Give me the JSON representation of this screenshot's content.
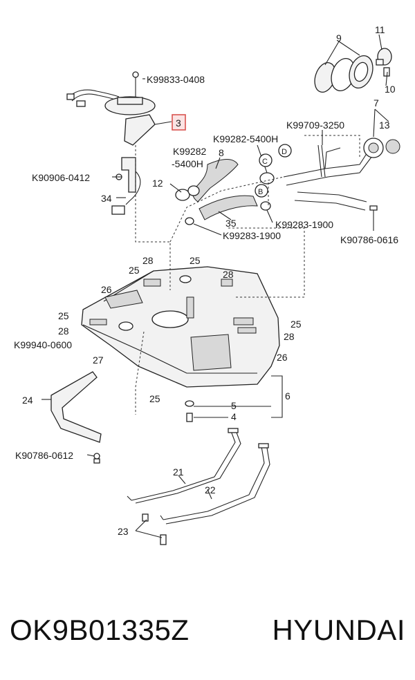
{
  "diagram": {
    "highlight_color": "#d9534f",
    "highlight_fill": "#fbe3e3",
    "callouts": [
      "K99833-0408",
      "3",
      "K90906-0412",
      "34",
      "K99282",
      "-5400H",
      "12",
      "8",
      "K99282-5400H",
      "K99709-3250",
      "9",
      "11",
      "10",
      "7",
      "13",
      "C",
      "D",
      "B",
      "35",
      "K99283-1900",
      "K99283-1900",
      "K90786-0616",
      "25",
      "28",
      "25",
      "28",
      "26",
      "25",
      "28",
      "25",
      "28",
      "K99940-0600",
      "27",
      "26",
      "25",
      "6",
      "5",
      "4",
      "24",
      "K90786-0612",
      "21",
      "22",
      "23"
    ]
  },
  "caption": {
    "part_number": "OK9B01335Z",
    "brand": "HYUNDAI"
  }
}
